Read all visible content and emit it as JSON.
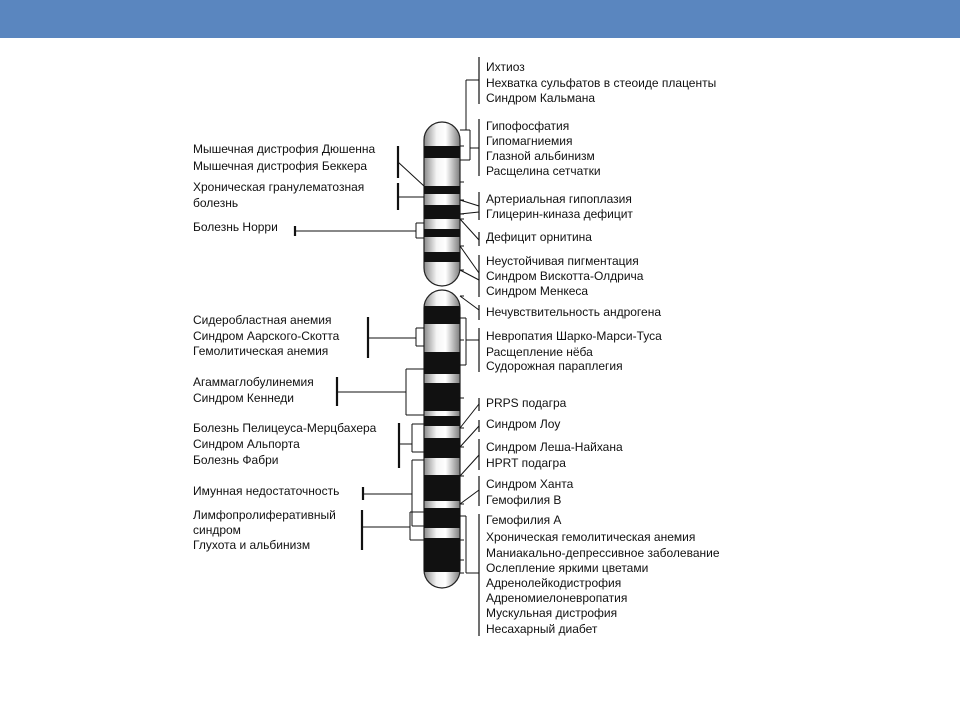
{
  "colors": {
    "header_bar": "#5a86bf",
    "band": "#111111",
    "line": "#111111"
  },
  "left_groups": [
    {
      "labels": [
        "Мышечная дистрофия Дюшенна",
        "Мышечная дистрофия Беккера"
      ]
    },
    {
      "labels": [
        "Хроническая гранулематозная",
        "болезнь"
      ]
    },
    {
      "labels": [
        "Болезнь Норри"
      ]
    },
    {
      "labels": [
        "Сидеробластная анемия",
        "Синдром Аарского-Скотта",
        "Гемолитическая анемия"
      ]
    },
    {
      "labels": [
        "Агаммаглобулинемия",
        "Синдром Кеннеди"
      ]
    },
    {
      "labels": [
        "Болезнь Пелицеуса-Мерцбахера",
        "Синдром Альпорта",
        "Болезнь Фабри"
      ]
    },
    {
      "labels": [
        "Имунная недостаточность"
      ]
    },
    {
      "labels": [
        "Лимфопролиферативный",
        "синдром",
        "Глухота и альбинизм"
      ]
    }
  ],
  "right_groups": [
    {
      "labels": [
        "Ихтиоз",
        "Нехватка сульфатов в стеоиде плаценты",
        "Синдром Кальмана"
      ]
    },
    {
      "labels": [
        "Гипофосфатия",
        "Гипомагниемия",
        "Глазной альбинизм",
        "Расщелина сетчатки"
      ]
    },
    {
      "labels": [
        "Артериальная гипоплазия",
        "Глицерин-киназа дефицит"
      ]
    },
    {
      "labels": [
        "Дефицит орнитина"
      ]
    },
    {
      "labels": [
        "Неустойчивая пигментация",
        "Синдром Вискотта-Олдрича",
        "Синдром Менкеса"
      ]
    },
    {
      "labels": [
        "Нечувствительность андрогена"
      ]
    },
    {
      "labels": [
        "Невропатия Шарко-Марси-Туса",
        "Расщепление нёба",
        "Судорожная параплегия"
      ]
    },
    {
      "labels": [
        "PRPS подагра"
      ]
    },
    {
      "labels": [
        "Синдром Лоу"
      ]
    },
    {
      "labels": [
        "Синдром Леша-Найхана",
        "HPRT подагра"
      ]
    },
    {
      "labels": [
        "Синдром Ханта",
        "Гемофилия В"
      ]
    },
    {
      "labels": [
        "Гемофилия А",
        "Хроническая гемолитическая анемия",
        "Маниакально-депрессивное заболевание",
        "Ослепление яркими цветами",
        "Адренолейкодистрофия",
        "Адреномиелоневропатия",
        "Мускульная дистрофия",
        "Несахарный диабет"
      ]
    }
  ]
}
